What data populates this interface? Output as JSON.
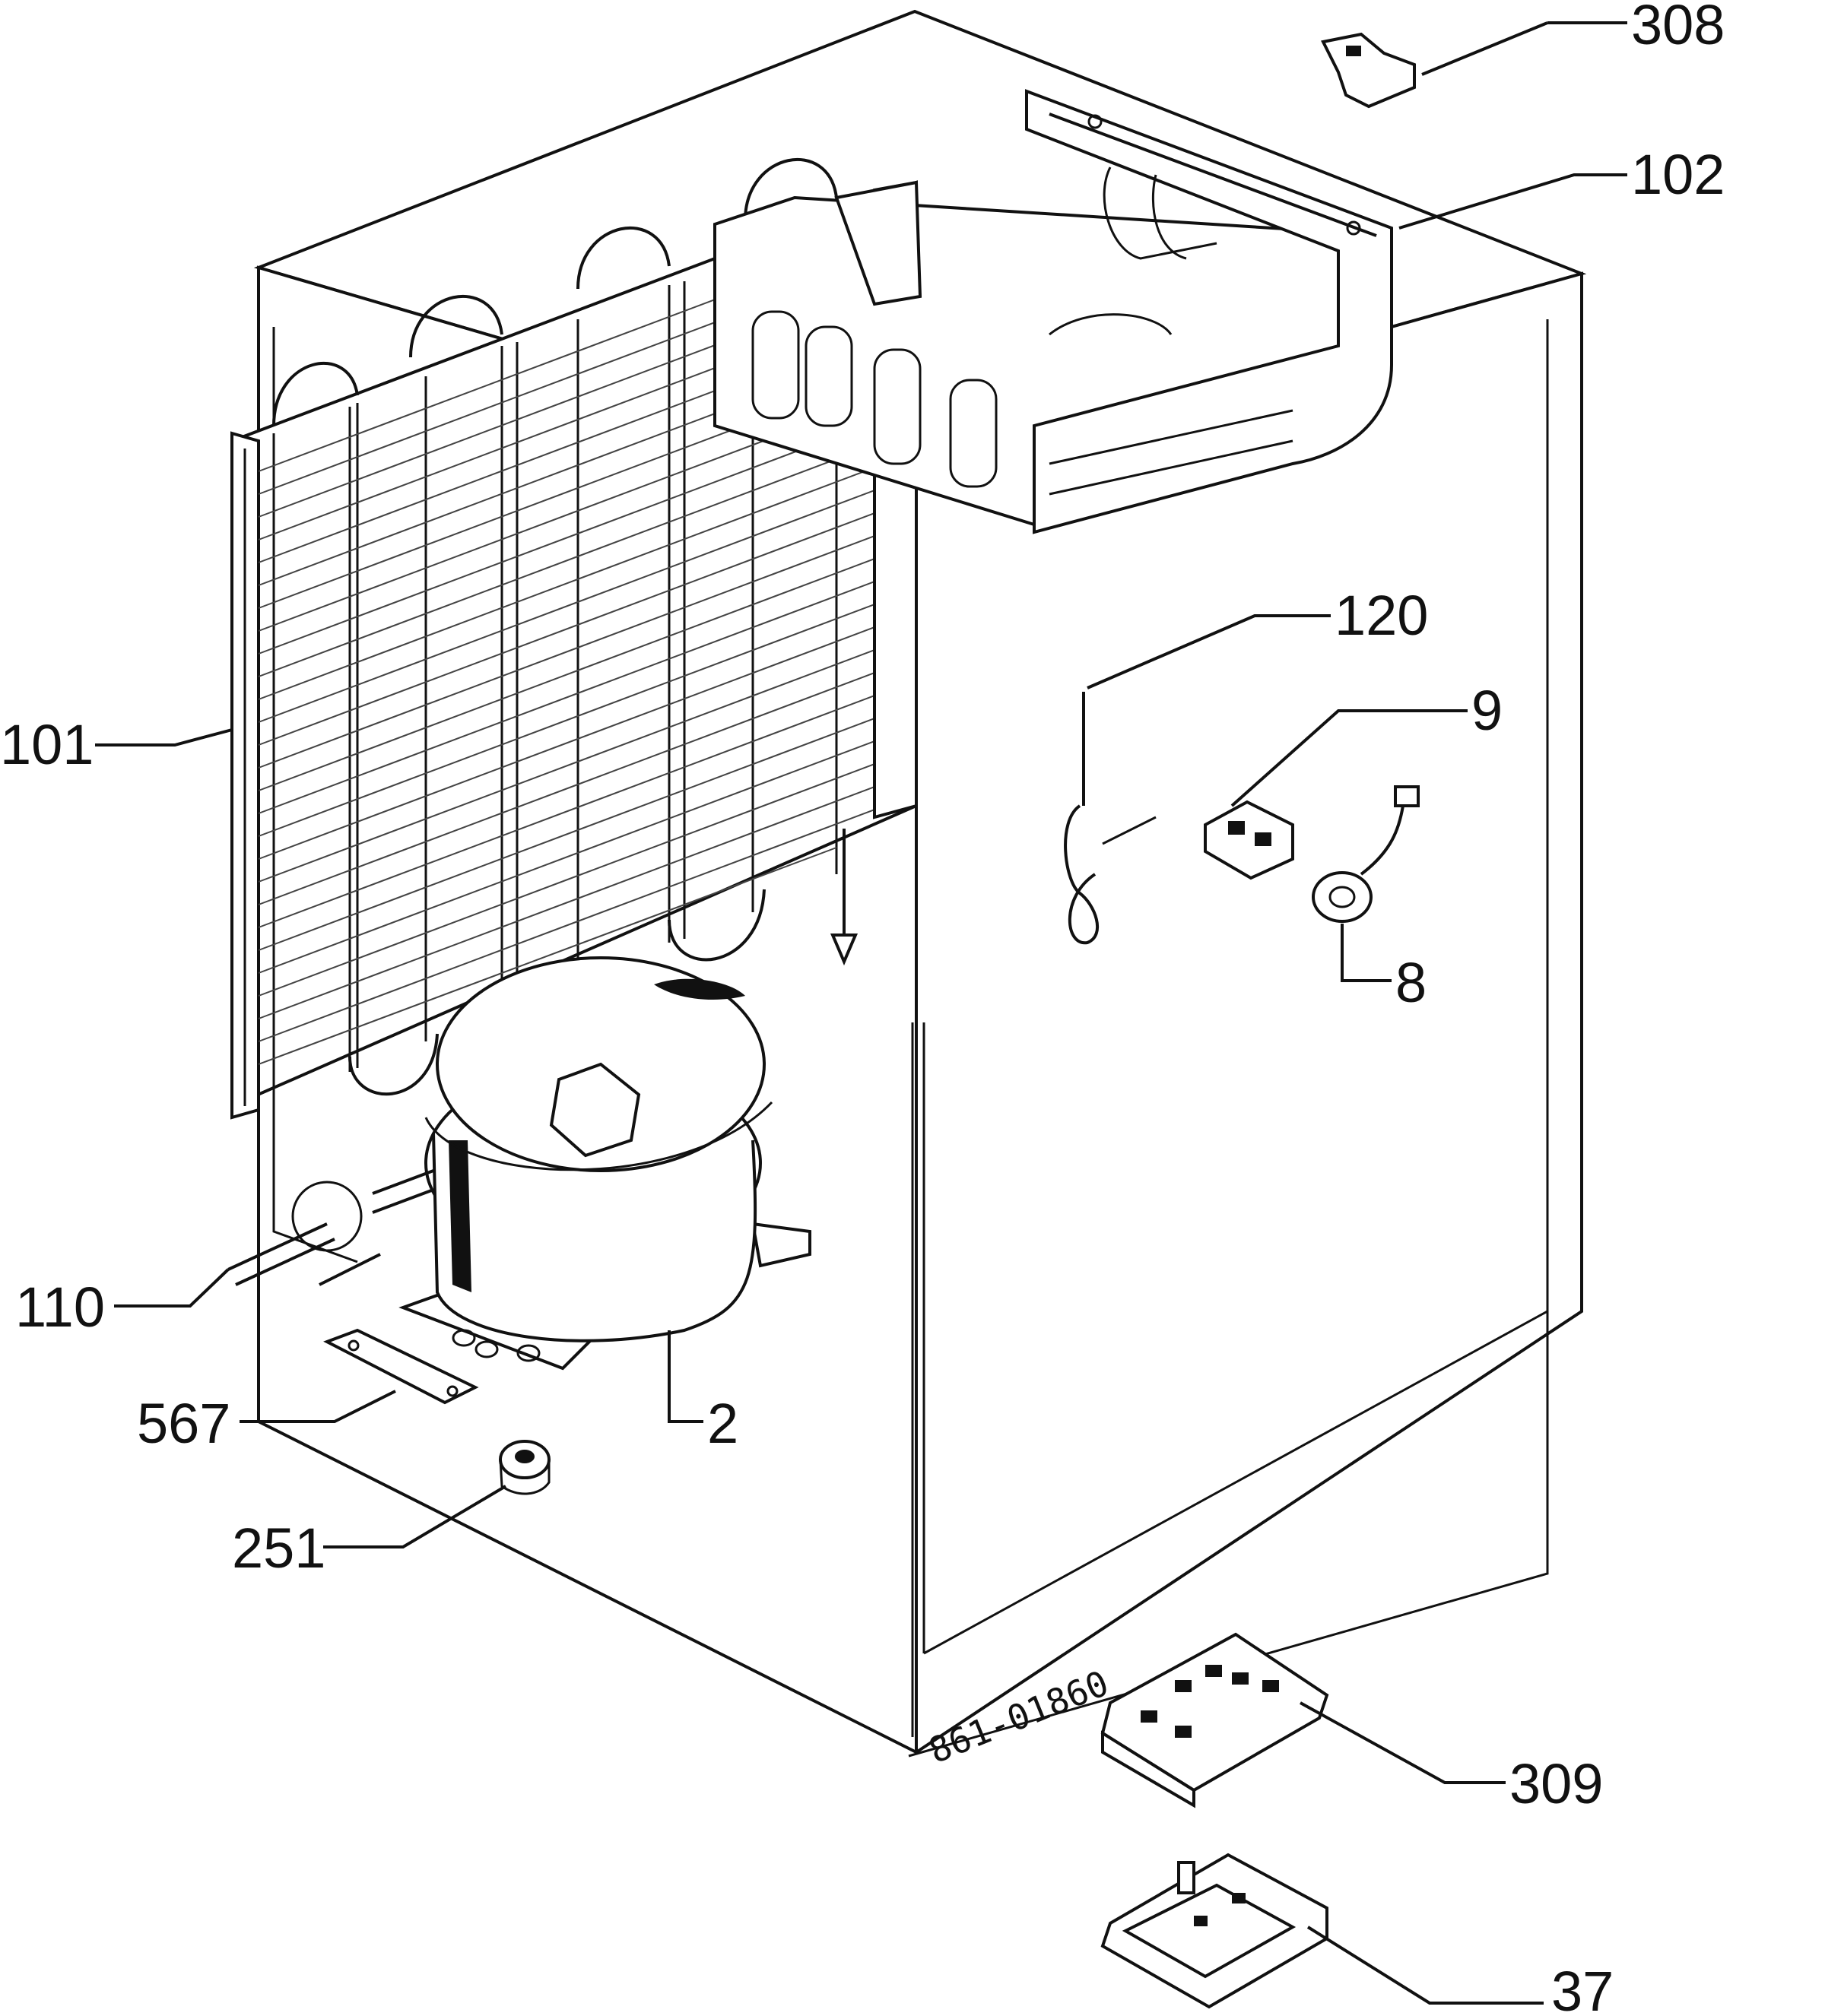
{
  "drawing_code": "861-01860",
  "callouts": [
    {
      "id": "c308",
      "name": "callout-308",
      "text": "308"
    },
    {
      "id": "c102",
      "name": "callout-102",
      "text": "102"
    },
    {
      "id": "c101",
      "name": "callout-101",
      "text": "101"
    },
    {
      "id": "c120",
      "name": "callout-120",
      "text": "120"
    },
    {
      "id": "c9",
      "name": "callout-9",
      "text": "9"
    },
    {
      "id": "c8",
      "name": "callout-8",
      "text": "8"
    },
    {
      "id": "c110",
      "name": "callout-110",
      "text": "110"
    },
    {
      "id": "c567",
      "name": "callout-567",
      "text": "567"
    },
    {
      "id": "c2",
      "name": "callout-2",
      "text": "2"
    },
    {
      "id": "c251",
      "name": "callout-251",
      "text": "251"
    },
    {
      "id": "c309",
      "name": "callout-309",
      "text": "309"
    },
    {
      "id": "c37",
      "name": "callout-37",
      "text": "37"
    }
  ]
}
